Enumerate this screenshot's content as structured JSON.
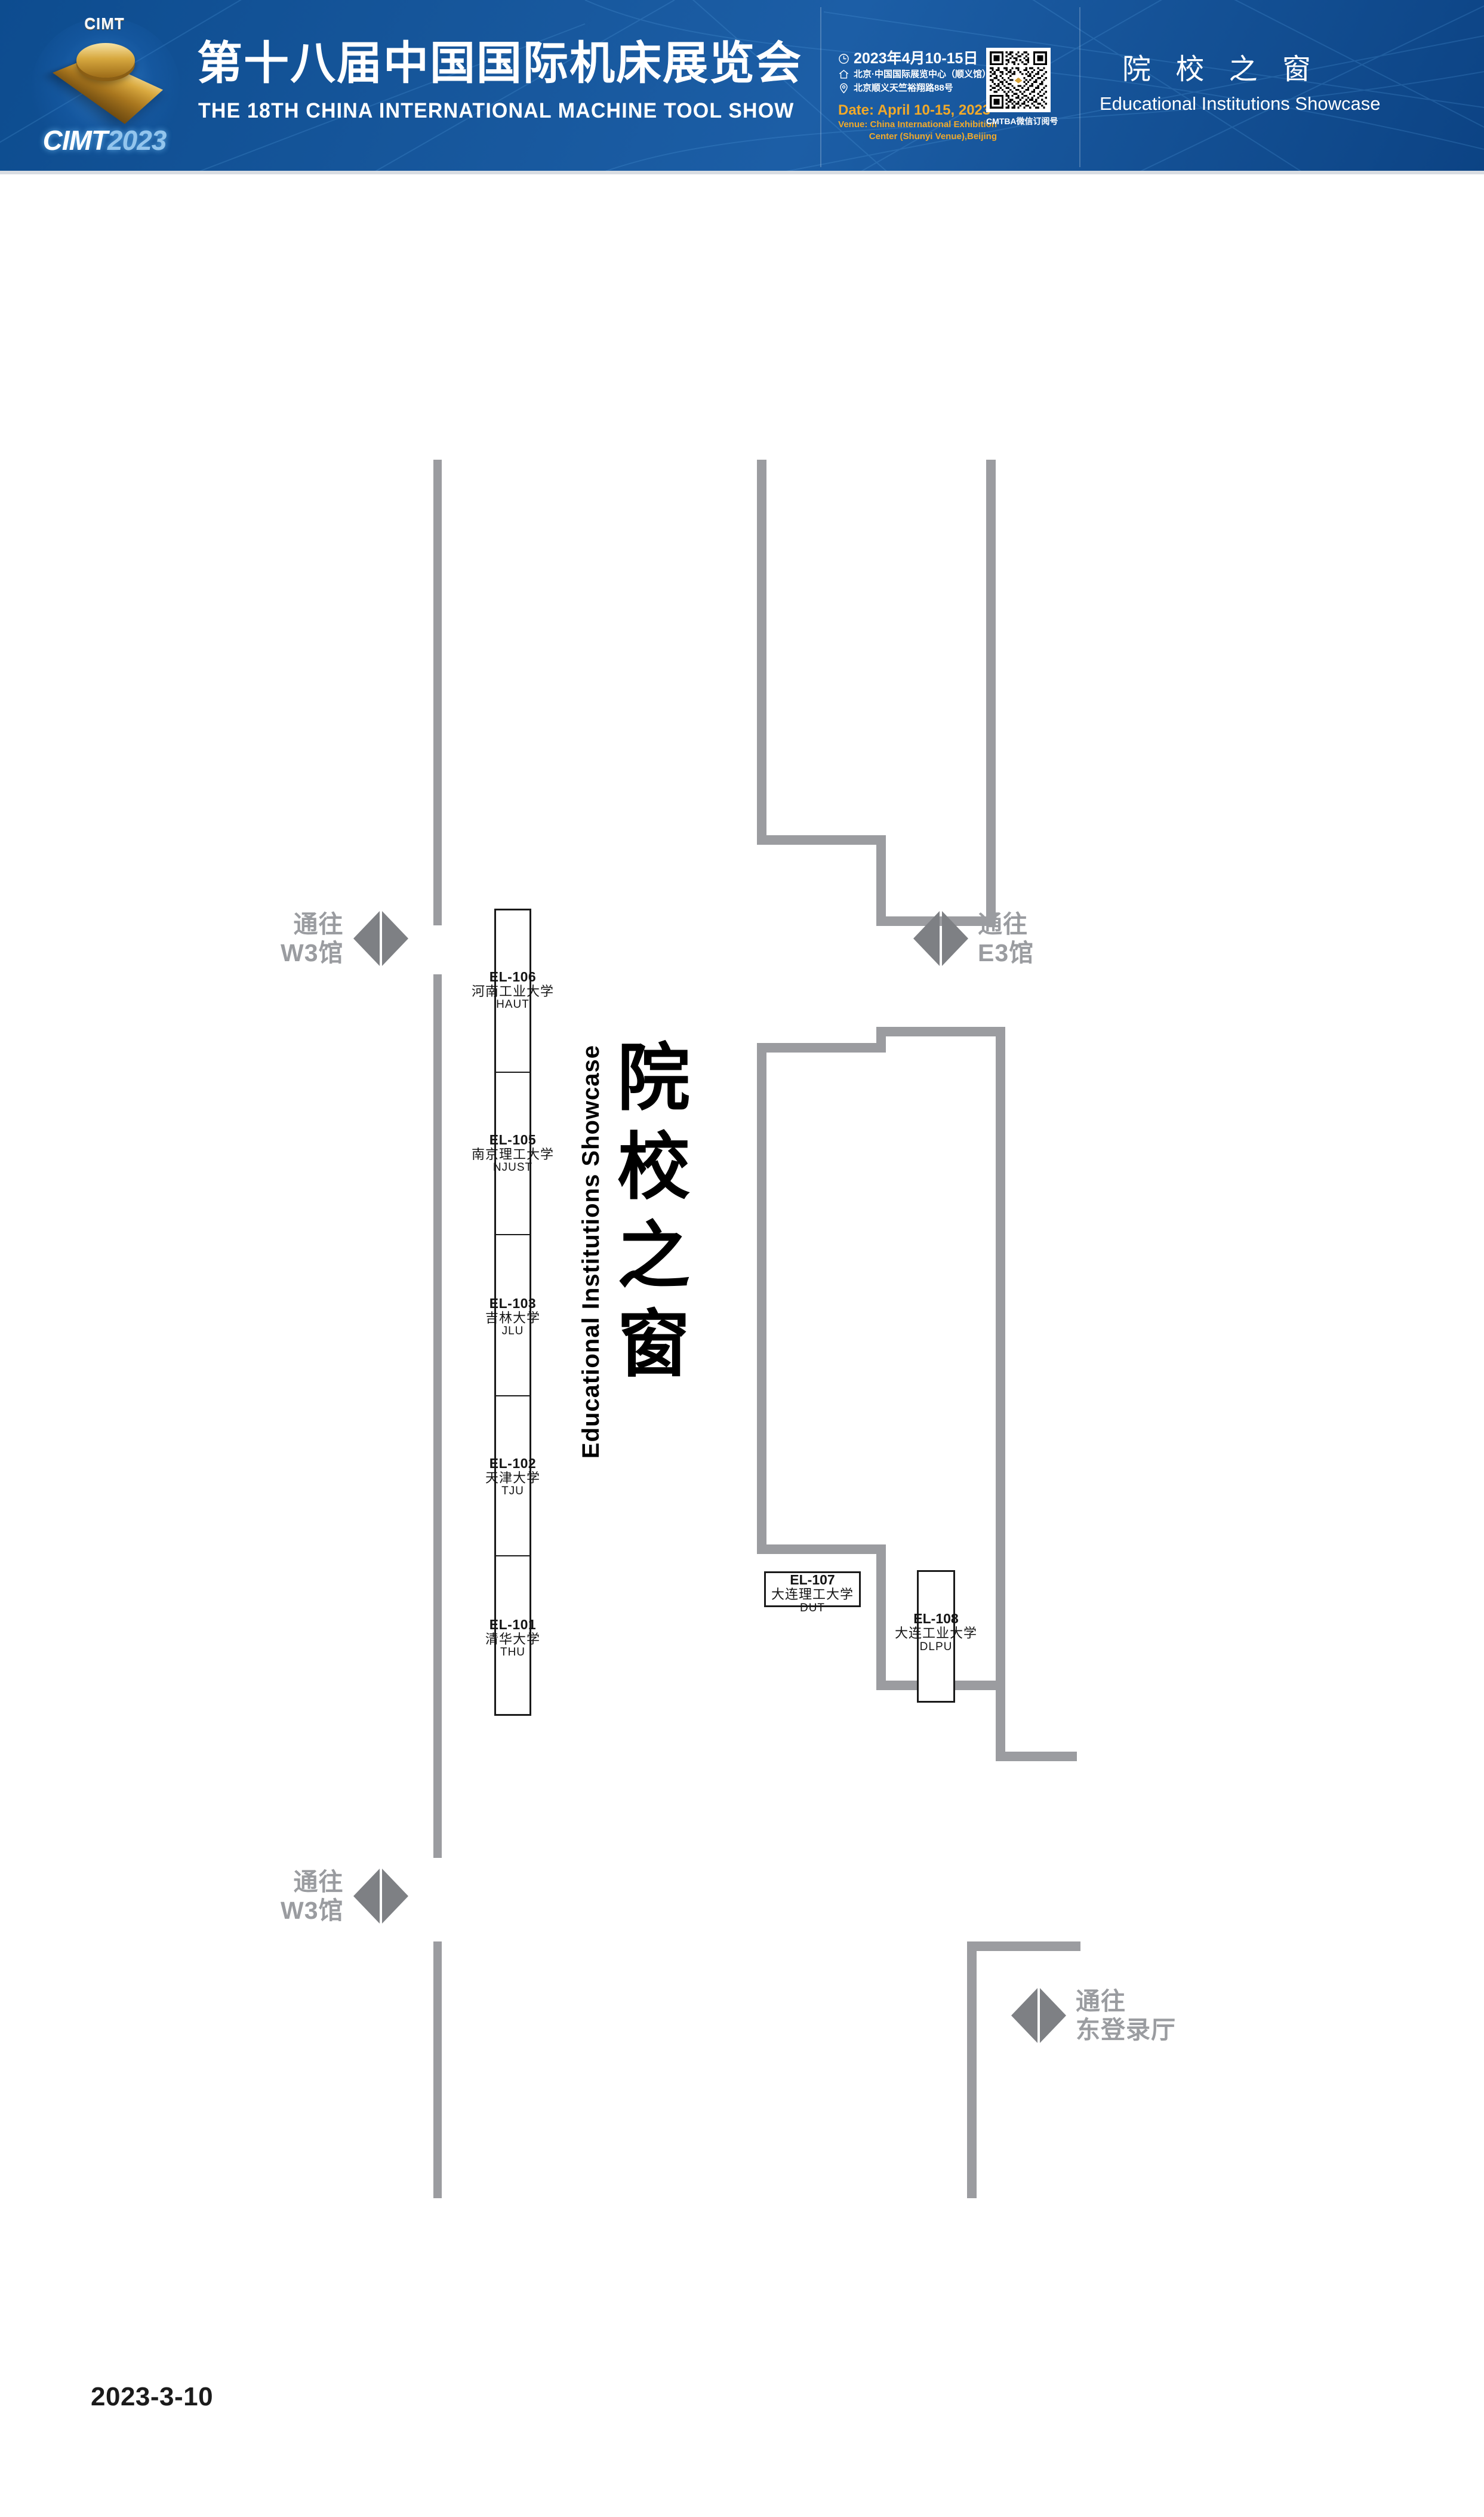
{
  "header": {
    "logo": {
      "badge_text": "CIMT",
      "wordmark": "CIMT",
      "wordmark_year": "2023",
      "icon": "cimt-diamond-logo"
    },
    "title_cn": "第十八届中国国际机床展览会",
    "title_en": "THE 18TH CHINA INTERNATIONAL MACHINE TOOL SHOW",
    "info": {
      "date_cn": "2023年4月10-15日",
      "venue_cn": "北京·中国国际展览中心（顺义馆）",
      "address_cn": "北京顺义天竺裕翔路88号",
      "date_en": "Date: April 10-15, 2023",
      "venue_en_line1": "Venue: China International Exhibition",
      "venue_en_line2": "Center (Shunyi Venue),Beijing",
      "clock_icon": "clock-icon",
      "home_icon": "home-icon",
      "pin_icon": "location-pin-icon"
    },
    "qr": {
      "caption": "CMTBA微信订阅号",
      "icon": "qr-code-icon"
    },
    "hall_cn": "院 校 之 窗",
    "hall_en": "Educational Institutions Showcase"
  },
  "map": {
    "vertical_title_cn": [
      "院",
      "校",
      "之",
      "窗"
    ],
    "vertical_title_en": "Educational Institutions Showcase",
    "booths_column": [
      {
        "code": "EL-106",
        "name_cn": "河南工业大学",
        "abbr": "HAUT"
      },
      {
        "code": "EL-105",
        "name_cn": "南京理工大学",
        "abbr": "NJUST"
      },
      {
        "code": "EL-103",
        "name_cn": "吉林大学",
        "abbr": "JLU"
      },
      {
        "code": "EL-102",
        "name_cn": "天津大学",
        "abbr": "TJU"
      },
      {
        "code": "EL-101",
        "name_cn": "清华大学",
        "abbr": "THU"
      }
    ],
    "booth_107": {
      "code": "EL-107",
      "name_cn": "大连理工大学",
      "abbr": "DUT"
    },
    "booth_108": {
      "code": "EL-108",
      "name_cn": "大连工业大学",
      "abbr": "DLPU"
    },
    "directions": [
      {
        "id": "w3-top",
        "line1": "通往",
        "line2": "W3馆",
        "icon": "double-arrow-horizontal-icon"
      },
      {
        "id": "e3",
        "line1": "通往",
        "line2": "E3馆",
        "icon": "double-arrow-horizontal-icon"
      },
      {
        "id": "w3-bottom",
        "line1": "通往",
        "line2": "W3馆",
        "icon": "double-arrow-horizontal-icon"
      },
      {
        "id": "east-hall",
        "line1": "通往",
        "line2": "东登录厅",
        "icon": "double-arrow-horizontal-icon"
      }
    ]
  },
  "footer": {
    "date": "2023-3-10"
  },
  "colors": {
    "banner_blue": "#134f93",
    "accent_gold": "#f0a92a",
    "wall_gray": "#9b9ca0",
    "label_gray": "#9a9ca0",
    "booth_outline": "#1a1a1a"
  }
}
